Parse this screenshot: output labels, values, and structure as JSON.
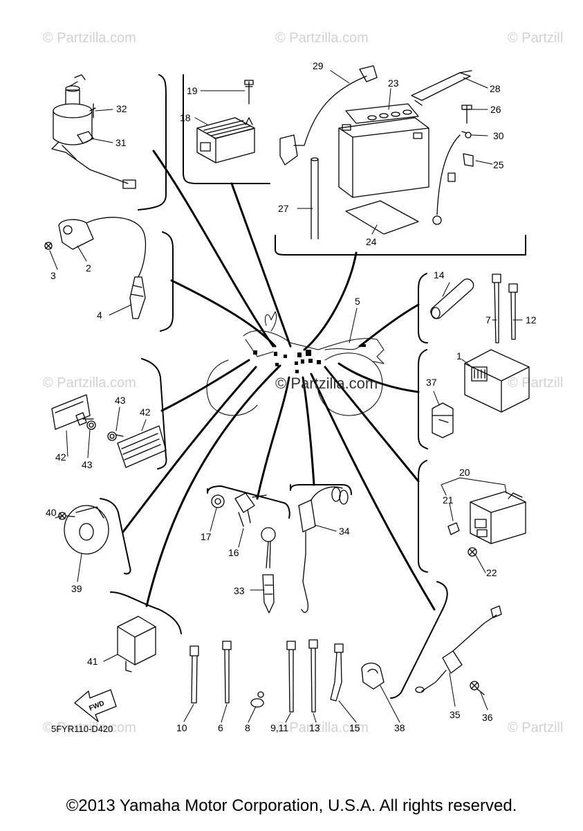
{
  "watermarks": {
    "text": "© Partzilla.com",
    "center_text": "© Partzilla.com",
    "partial_right": "© Partzill"
  },
  "diagram_code": "5FYR110-D420",
  "direction_label": "FWD",
  "copyright": "©2013 Yamaha Motor Corporation, U.S.A. All rights reserved.",
  "part_labels": [
    {
      "id": "p1",
      "text": "1"
    },
    {
      "id": "p2",
      "text": "2"
    },
    {
      "id": "p3",
      "text": "3"
    },
    {
      "id": "p4",
      "text": "4"
    },
    {
      "id": "p5",
      "text": "5"
    },
    {
      "id": "p6",
      "text": "6"
    },
    {
      "id": "p7",
      "text": "7"
    },
    {
      "id": "p8",
      "text": "8"
    },
    {
      "id": "p9_11",
      "text": "9,11"
    },
    {
      "id": "p10",
      "text": "10"
    },
    {
      "id": "p12",
      "text": "12"
    },
    {
      "id": "p13",
      "text": "13"
    },
    {
      "id": "p14",
      "text": "14"
    },
    {
      "id": "p15",
      "text": "15"
    },
    {
      "id": "p16",
      "text": "16"
    },
    {
      "id": "p17",
      "text": "17"
    },
    {
      "id": "p18",
      "text": "18"
    },
    {
      "id": "p19",
      "text": "19"
    },
    {
      "id": "p20",
      "text": "20"
    },
    {
      "id": "p21",
      "text": "21"
    },
    {
      "id": "p22",
      "text": "22"
    },
    {
      "id": "p23",
      "text": "23"
    },
    {
      "id": "p24",
      "text": "24"
    },
    {
      "id": "p25",
      "text": "25"
    },
    {
      "id": "p26",
      "text": "26"
    },
    {
      "id": "p27",
      "text": "27"
    },
    {
      "id": "p28",
      "text": "28"
    },
    {
      "id": "p29",
      "text": "29"
    },
    {
      "id": "p30",
      "text": "30"
    },
    {
      "id": "p31",
      "text": "31"
    },
    {
      "id": "p32",
      "text": "32"
    },
    {
      "id": "p33",
      "text": "33"
    },
    {
      "id": "p34",
      "text": "34"
    },
    {
      "id": "p35",
      "text": "35"
    },
    {
      "id": "p36",
      "text": "36"
    },
    {
      "id": "p37",
      "text": "37"
    },
    {
      "id": "p38",
      "text": "38"
    },
    {
      "id": "p39",
      "text": "39"
    },
    {
      "id": "p40",
      "text": "40"
    },
    {
      "id": "p41",
      "text": "41"
    },
    {
      "id": "p42a",
      "text": "42"
    },
    {
      "id": "p42b",
      "text": "42"
    },
    {
      "id": "p43a",
      "text": "43"
    },
    {
      "id": "p43b",
      "text": "43"
    }
  ]
}
